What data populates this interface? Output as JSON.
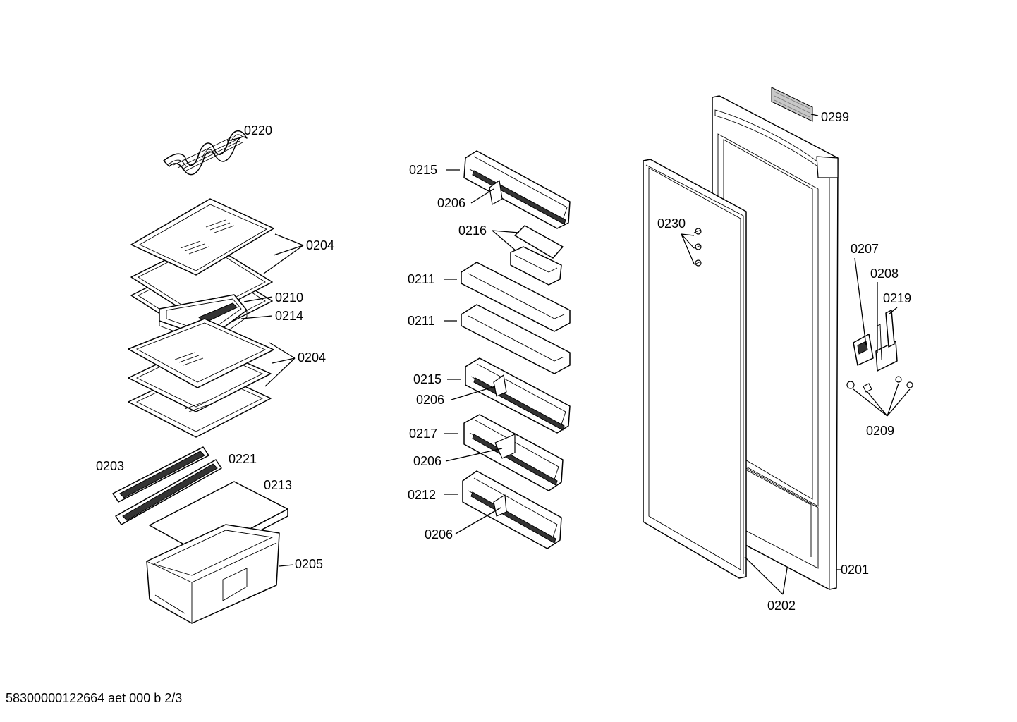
{
  "labels": {
    "p0220": "0220",
    "p0204a": "0204",
    "p0210": "0210",
    "p0214": "0214",
    "p0204b": "0204",
    "p0203": "0203",
    "p0221": "0221",
    "p0213": "0213",
    "p0205": "0205",
    "p0215a": "0215",
    "p0206a": "0206",
    "p0216": "0216",
    "p0211a": "0211",
    "p0211b": "0211",
    "p0215b": "0215",
    "p0206b": "0206",
    "p0217": "0217",
    "p0206c": "0206",
    "p0212": "0212",
    "p0206d": "0206",
    "p0299": "0299",
    "p0230": "0230",
    "p0207": "0207",
    "p0208": "0208",
    "p0219": "0219",
    "p0209": "0209",
    "p0201": "0201",
    "p0202": "0202"
  },
  "footer": "58300000122664 aet 000 b 2/3"
}
